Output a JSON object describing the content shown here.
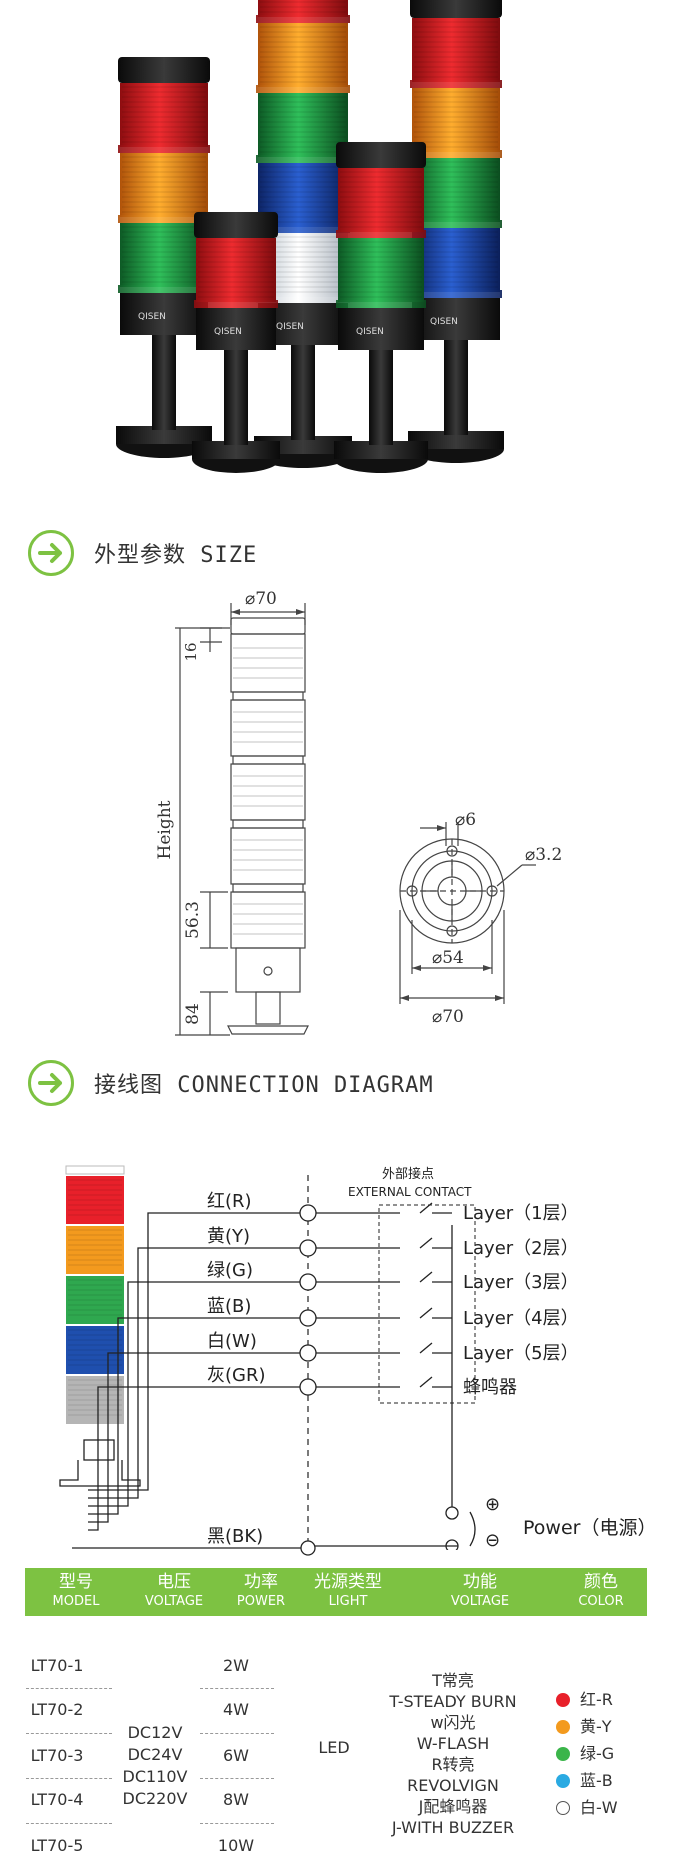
{
  "sections": {
    "size_title": "外型参数 SIZE",
    "connection_title": "接线图 CONNECTION DIAGRAM"
  },
  "photo": {
    "towers": [
      {
        "label": "QISEN",
        "layers": [
          "red",
          "orange",
          "green"
        ]
      },
      {
        "label": "QISEN",
        "layers": [
          "red"
        ]
      },
      {
        "label": "QISEN",
        "layers": [
          "red",
          "orange",
          "green",
          "blue",
          "white"
        ]
      },
      {
        "label": "QISEN",
        "layers": [
          "red",
          "green"
        ]
      },
      {
        "label": "QISEN",
        "layers": [
          "red",
          "orange",
          "green",
          "blue"
        ]
      }
    ]
  },
  "dimensions": {
    "top_diameter": "⌀70",
    "cap_height": "16",
    "height_label": "Height",
    "layer_height": "56.3",
    "base_height": "84",
    "hole_diameter": "⌀6",
    "screw_diameter": "⌀3.2",
    "inner_diameter": "⌀54",
    "outer_diameter": "⌀70"
  },
  "wiring": {
    "external_contact_cn": "外部接点",
    "external_contact_en": "EXTERNAL CONTACT",
    "wires": [
      {
        "label": "红(R)",
        "target": "Layer（1层）"
      },
      {
        "label": "黄(Y)",
        "target": "Layer（2层）"
      },
      {
        "label": "绿(G)",
        "target": "Layer（3层）"
      },
      {
        "label": "蓝(B)",
        "target": "Layer（4层）"
      },
      {
        "label": "白(W)",
        "target": "Layer（5层）"
      },
      {
        "label": "灰(GR)",
        "target": "蜂鸣器"
      }
    ],
    "black_wire": "黑(BK)",
    "power_label": "Power（电源）",
    "plus": "⊕",
    "minus": "⊖"
  },
  "table": {
    "headers": [
      {
        "cn": "型号",
        "en": "MODEL"
      },
      {
        "cn": "电压",
        "en": "VOLTAGE"
      },
      {
        "cn": "功率",
        "en": "POWER"
      },
      {
        "cn": "光源类型",
        "en": "LIGHT"
      },
      {
        "cn": "功能",
        "en": "VOLTAGE"
      },
      {
        "cn": "颜色",
        "en": "COLOR"
      }
    ],
    "models": [
      "LT70-1",
      "LT70-2",
      "LT70-3",
      "LT70-4",
      "LT70-5"
    ],
    "voltages": [
      "DC12V",
      "DC24V",
      "DC110V",
      "DC220V"
    ],
    "powers": [
      "2W",
      "4W",
      "6W",
      "8W",
      "10W"
    ],
    "light": "LED",
    "functions": [
      "T常亮",
      "T-STEADY BURN",
      "w闪光",
      "W-FLASH",
      "R转亮",
      "REVOLVIGN",
      "J配蜂鸣器",
      "J-WITH BUZZER"
    ],
    "colors": [
      {
        "label": "红-R",
        "hex": "#e8202a"
      },
      {
        "label": "黄-Y",
        "hex": "#f39a1e"
      },
      {
        "label": "绿-G",
        "hex": "#3bb54a"
      },
      {
        "label": "蓝-B",
        "hex": "#2aaae2"
      },
      {
        "label": "白-W",
        "hex": "#ffffff"
      }
    ]
  },
  "colors": {
    "accent": "#7dc242",
    "red": "#e8202a",
    "orange": "#f39a1e",
    "green": "#2fa84f",
    "blue": "#1f4fae",
    "white": "#f2f2f2",
    "gray": "#b5b5b5"
  }
}
